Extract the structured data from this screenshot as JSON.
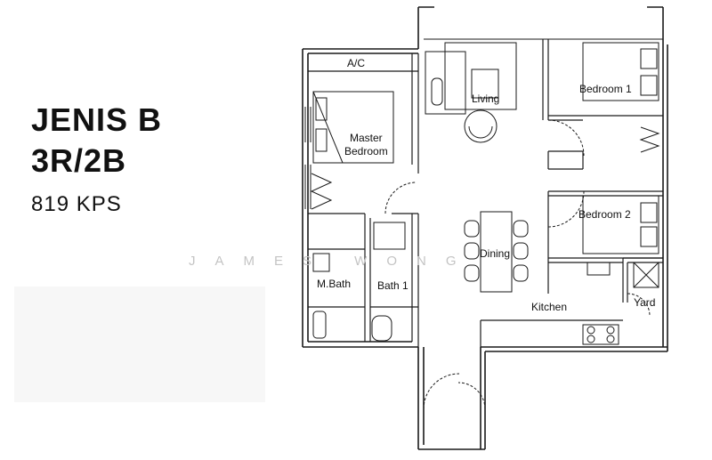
{
  "unit": {
    "type_line1": "JENIS B",
    "type_line2": "3R/2B",
    "size": "819 KPS"
  },
  "watermark": "JAMES WONG",
  "rooms": {
    "ac": "A/C",
    "living": "Living",
    "bedroom1": "Bedroom 1",
    "master_line1": "Master",
    "master_line2": "Bedroom",
    "bedroom2": "Bedroom 2",
    "dining": "Dining",
    "m_bath": "M.Bath",
    "bath1": "Bath 1",
    "yard": "Yard",
    "kitchen": "Kitchen"
  }
}
